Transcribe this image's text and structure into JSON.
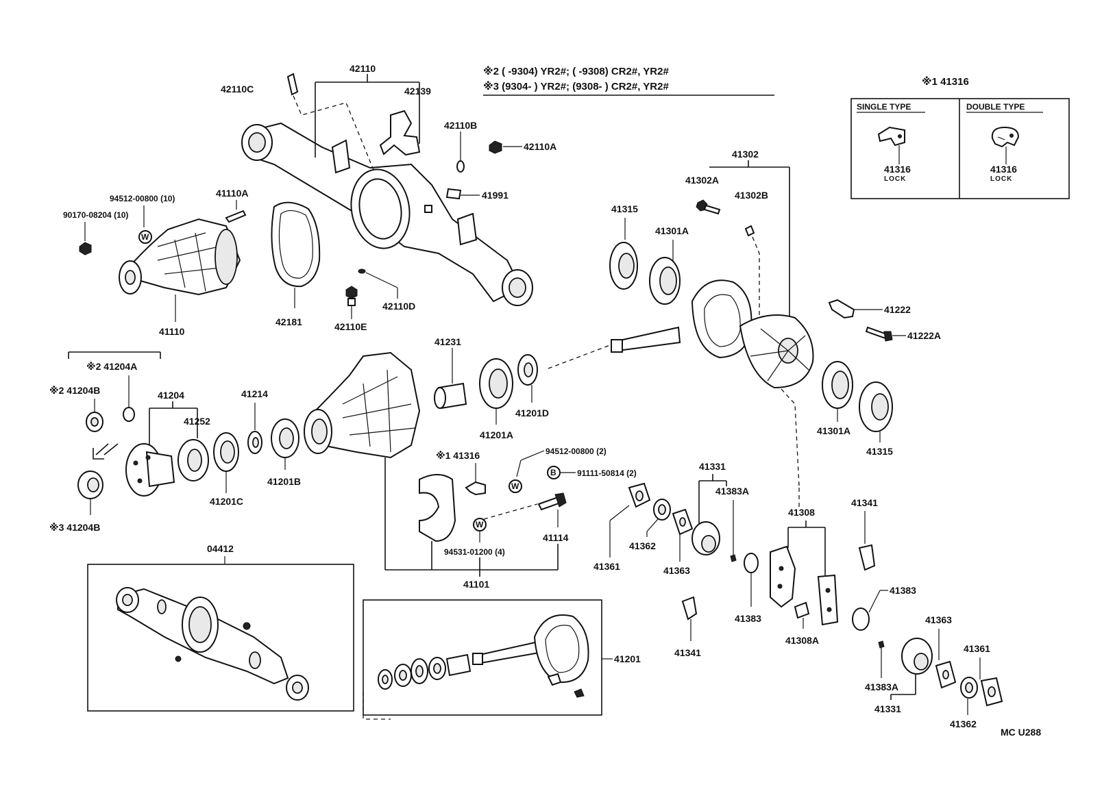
{
  "notes": {
    "line1": "※2 (      -9304) YR2#; (      -9308) CR2#, YR2#",
    "line2": "※3 (9304-      ) YR2#; (9308-      ) CR2#, YR2#"
  },
  "lock_box": {
    "title": "※1 41316",
    "single_header": "SINGLE TYPE",
    "double_header": "DOUBLE TYPE",
    "single_part": "41316",
    "single_sub": "LOCK",
    "double_part": "41316",
    "double_sub": "LOCK"
  },
  "labels": {
    "p42110": "42110",
    "p42110C": "42110C",
    "p42139": "42139",
    "p42110B": "42110B",
    "p42110A": "42110A",
    "p41991": "41991",
    "p94512_10": "94512-00800 (10)",
    "p41110A": "41110A",
    "p90170": "90170-08204 (10)",
    "p42181": "42181",
    "p41110": "41110",
    "p42110D": "42110D",
    "p42110E": "42110E",
    "p41302": "41302",
    "p41302A": "41302A",
    "p41302B": "41302B",
    "p41315_top": "41315",
    "p41301A_top": "41301A",
    "p41222": "41222",
    "p41222A": "41222A",
    "p41204A": "※2 41204A",
    "p41204B_2": "※2 41204B",
    "p41204": "41204",
    "p41252": "41252",
    "p41214": "41214",
    "p41231": "41231",
    "p41201A": "41201A",
    "p41201D": "41201D",
    "p41201C": "41201C",
    "p41201B": "41201B",
    "p41204B_3": "※3 41204B",
    "p41301A_bot": "41301A",
    "p41315_bot": "41315",
    "p41316_1": "※1 41316",
    "p94512_2": "94512-00800 (2)",
    "p91111": "91111-50814 (2)",
    "p41114": "41114",
    "p94531": "94531-01200 (4)",
    "p41101": "41101",
    "p41331_top": "41331",
    "p41383A_top": "41383A",
    "p41361_l": "41361",
    "p41362_l": "41362",
    "p41363_l": "41363",
    "p41308": "41308",
    "p41341_r": "41341",
    "p41383_r": "41383",
    "p41383_l": "41383",
    "p41308A": "41308A",
    "p41341_l": "41341",
    "p41363_r": "41363",
    "p41361_r": "41361",
    "p41383A_bot": "41383A",
    "p41331_bot": "41331",
    "p41362_r": "41362",
    "p04412": "04412",
    "p41201": "41201",
    "code": "MC  U288"
  },
  "symbols": {
    "washer": "W",
    "bolt": "B"
  }
}
